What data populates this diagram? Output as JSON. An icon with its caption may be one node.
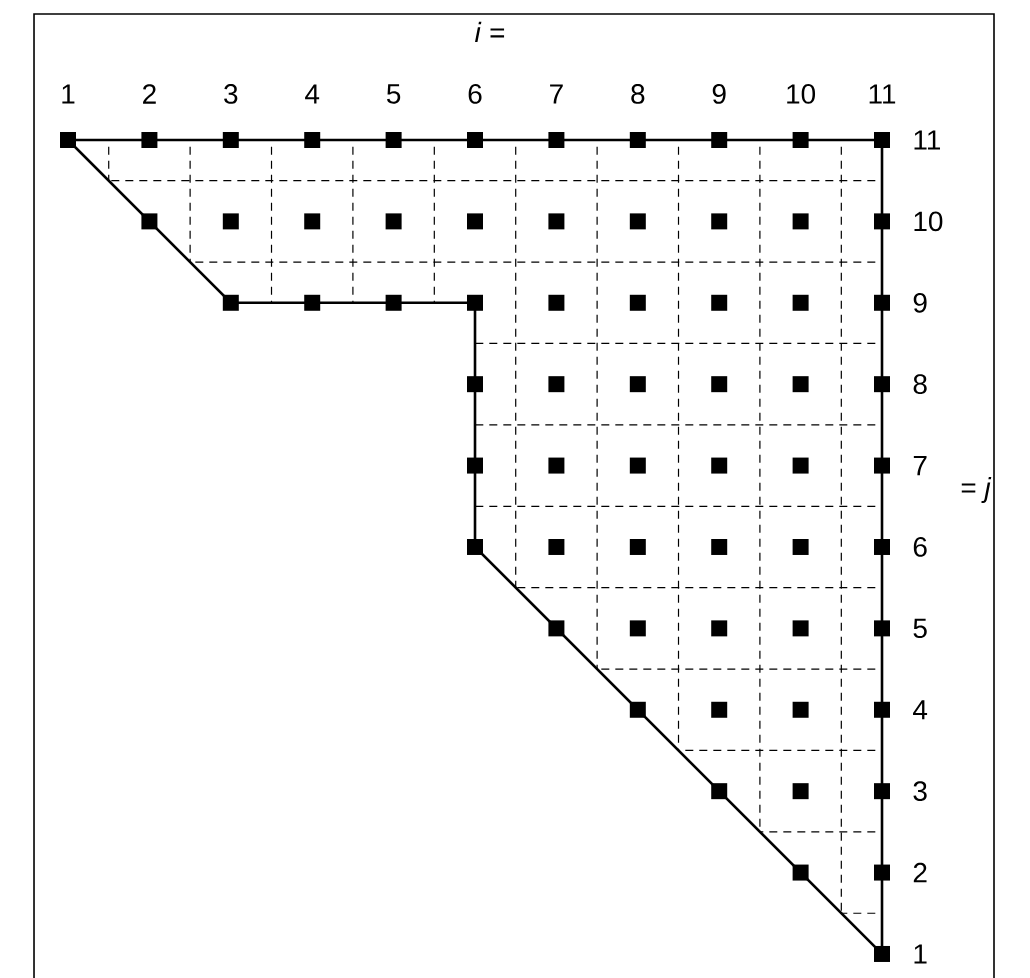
{
  "diagram": {
    "labels": [
      "*i* =",
      "1",
      "2",
      "3",
      "4",
      "5",
      "6",
      "7",
      "8",
      "9",
      "10",
      "11",
      "11",
      "10",
      "9",
      "8",
      "7",
      "= *j*",
      "6",
      "5",
      "4",
      "3",
      "2",
      "1"
    ]
  }
}
